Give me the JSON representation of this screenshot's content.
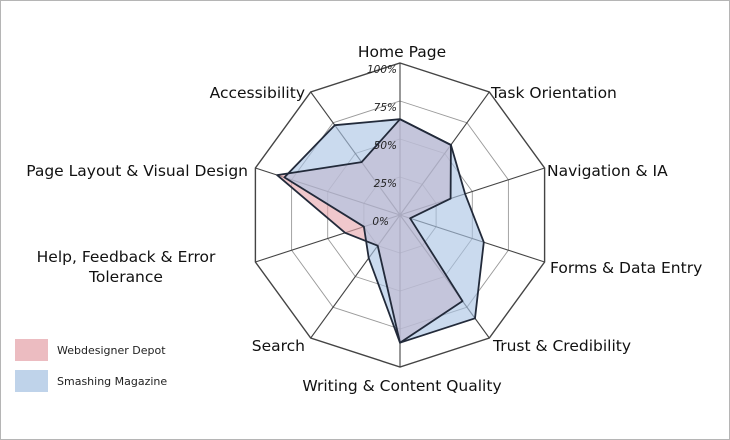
{
  "chart_data": {
    "type": "radar",
    "axes": [
      "Home Page",
      "Task Orientation",
      "Navigation & IA",
      "Forms & Data Entry",
      "Trust & Credibility",
      "Writing & Content Quality",
      "Search",
      "Help, Feedback & Error Tolerance",
      "Page Layout & Visual Design",
      "Accessibility"
    ],
    "ticks": [
      "0%",
      "25%",
      "50%",
      "75%",
      "100%"
    ],
    "ylim": [
      0,
      100
    ],
    "series": [
      {
        "name": "Webdesigner Depot",
        "color": "#e6a6ac",
        "values": [
          63,
          57,
          35,
          7,
          70,
          84,
          25,
          38,
          85,
          43
        ]
      },
      {
        "name": "Smashing Magazine",
        "color": "#a9c4e3",
        "values": [
          63,
          57,
          45,
          58,
          84,
          84,
          35,
          25,
          80,
          73
        ]
      }
    ]
  }
}
